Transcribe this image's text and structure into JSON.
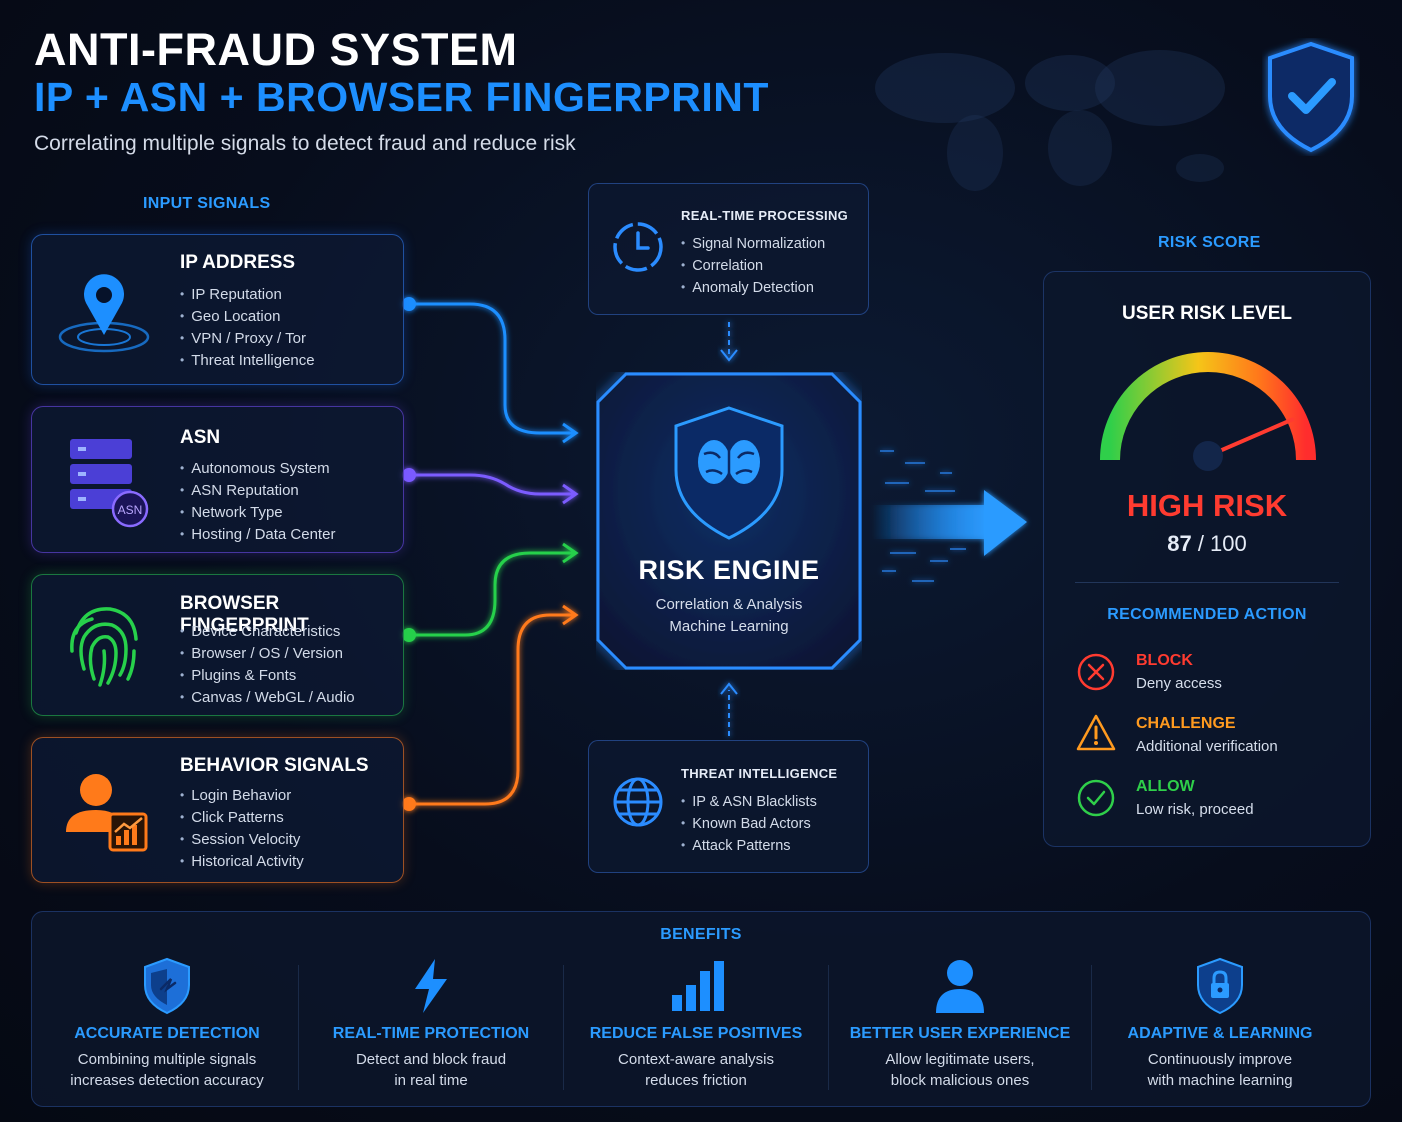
{
  "header": {
    "title_line1": "ANTI-FRAUD SYSTEM",
    "title_line2": "IP + ASN + BROWSER FINGERPRINT",
    "subtitle": "Correlating multiple signals to detect fraud and reduce risk"
  },
  "input_signals": {
    "label": "INPUT SIGNALS",
    "cards": [
      {
        "title": "IP ADDRESS",
        "icon": "location-pin-icon",
        "color": "#1d8fff",
        "items": [
          "IP Reputation",
          "Geo Location",
          "VPN / Proxy / Tor",
          "Threat Intelligence"
        ]
      },
      {
        "title": "ASN",
        "icon": "server-asn-icon",
        "color": "#7b5cff",
        "badge": "ASN",
        "items": [
          "Autonomous System",
          "ASN Reputation",
          "Network Type",
          "Hosting / Data Center"
        ]
      },
      {
        "title": "BROWSER FINGERPRINT",
        "icon": "fingerprint-icon",
        "color": "#27d14b",
        "items": [
          "Device Characteristics",
          "Browser / OS / Version",
          "Plugins & Fonts",
          "Canvas / WebGL / Audio"
        ]
      },
      {
        "title": "BEHAVIOR SIGNALS",
        "icon": "user-chart-icon",
        "color": "#ff7a1a",
        "items": [
          "Login Behavior",
          "Click Patterns",
          "Session Velocity",
          "Historical Activity"
        ]
      }
    ]
  },
  "processing": {
    "title": "REAL-TIME PROCESSING",
    "icon": "clock-icon",
    "items": [
      "Signal Normalization",
      "Correlation",
      "Anomaly Detection"
    ]
  },
  "threat_intel": {
    "title": "THREAT INTELLIGENCE",
    "icon": "globe-icon",
    "items": [
      "IP & ASN Blacklists",
      "Known Bad Actors",
      "Attack Patterns"
    ]
  },
  "engine": {
    "title": "RISK ENGINE",
    "subtitle_line1": "Correlation & Analysis",
    "subtitle_line2": "Machine Learning",
    "icon": "brain-shield-icon"
  },
  "risk": {
    "section_label": "RISK SCORE",
    "panel_title": "USER RISK LEVEL",
    "level": "HIGH RISK",
    "score": 87,
    "score_text": "87",
    "score_max_text": "/ 100",
    "level_color": "#ff3b30",
    "recommended_label": "RECOMMENDED ACTION",
    "actions": [
      {
        "name": "BLOCK",
        "desc": "Deny access",
        "color": "#ff3b30",
        "icon": "block-x-icon"
      },
      {
        "name": "CHALLENGE",
        "desc": "Additional verification",
        "color": "#ff9a1f",
        "icon": "warning-triangle-icon"
      },
      {
        "name": "ALLOW",
        "desc": "Low risk, proceed",
        "color": "#2fcf4a",
        "icon": "check-circle-icon"
      }
    ]
  },
  "benefits": {
    "label": "BENEFITS",
    "items": [
      {
        "title": "ACCURATE DETECTION",
        "desc_line1": "Combining multiple signals",
        "desc_line2": "increases detection accuracy",
        "icon": "shield-icon"
      },
      {
        "title": "REAL-TIME PROTECTION",
        "desc_line1": "Detect and block fraud",
        "desc_line2": "in real time",
        "icon": "lightning-icon"
      },
      {
        "title": "REDUCE FALSE POSITIVES",
        "desc_line1": "Context-aware analysis",
        "desc_line2": "reduces friction",
        "icon": "bar-chart-icon"
      },
      {
        "title": "BETTER USER EXPERIENCE",
        "desc_line1": "Allow legitimate users,",
        "desc_line2": "block malicious ones",
        "icon": "user-icon"
      },
      {
        "title": "ADAPTIVE & LEARNING",
        "desc_line1": "Continuously improve",
        "desc_line2": "with machine learning",
        "icon": "lock-shield-icon"
      }
    ]
  },
  "colors": {
    "accent": "#1d8fff",
    "background": "#070d1c"
  }
}
